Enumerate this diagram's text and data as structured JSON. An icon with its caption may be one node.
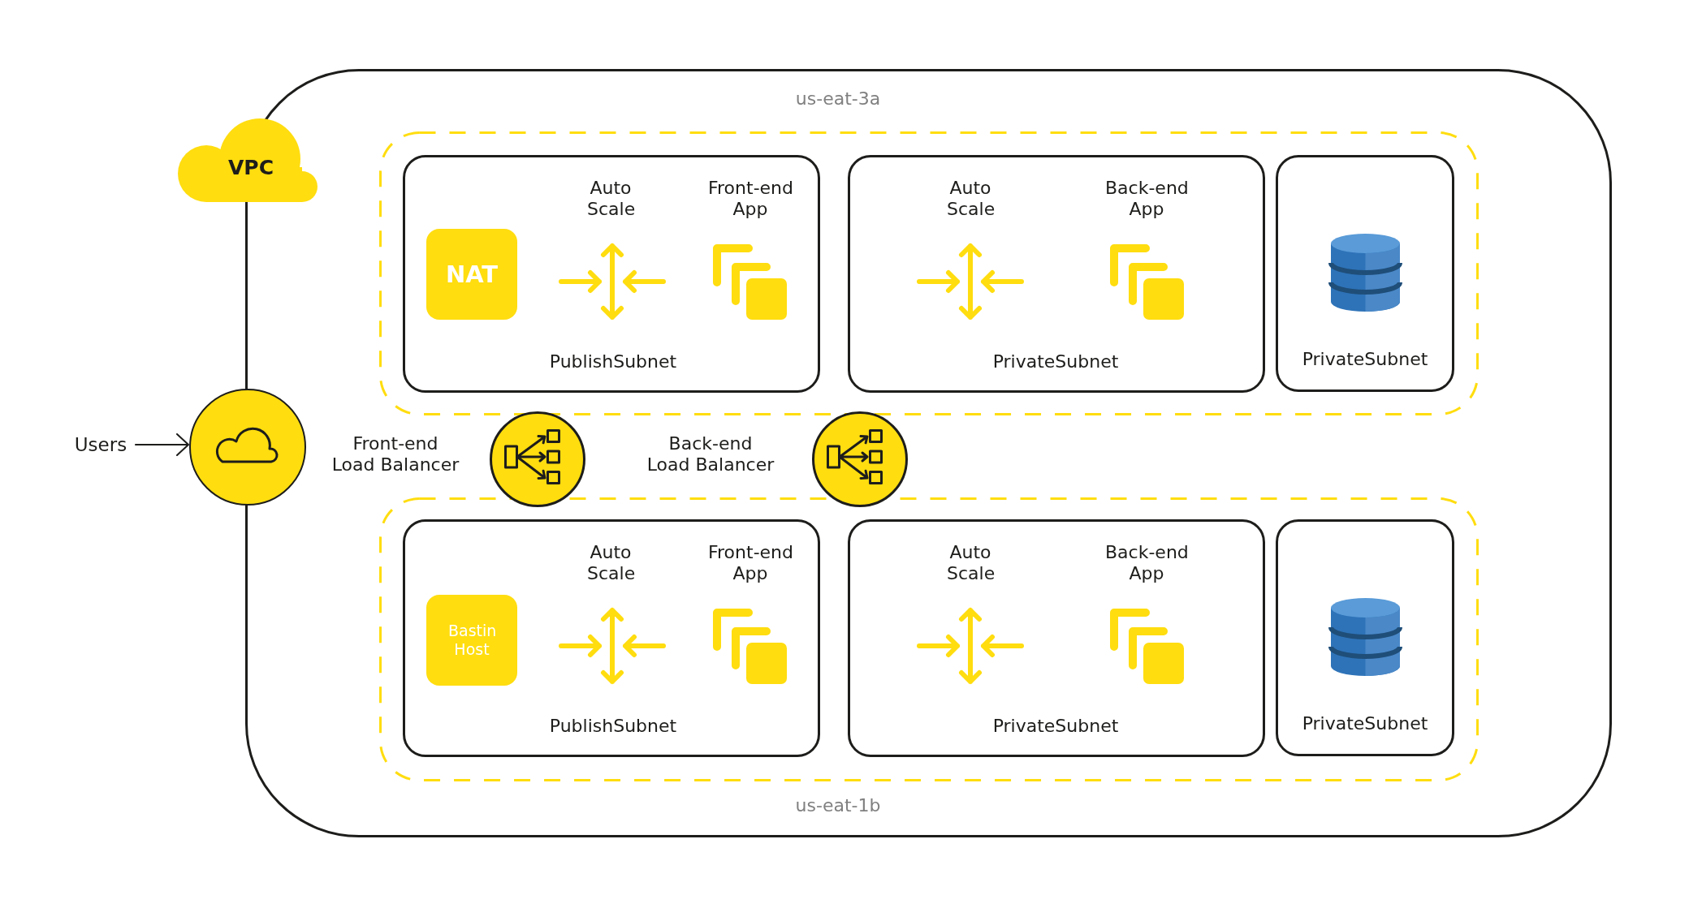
{
  "diagram": {
    "nodes": [
      {
        "text": [
          "VPC"
        ]
      },
      {
        "text": [
          "Users"
        ]
      },
      {
        "text": [],
        "shape": "circle"
      },
      {
        "text": [
          "us-eat-3a"
        ],
        "in": 0
      },
      {
        "text": [
          "Auto Scale",
          "Front-end App",
          "PublishSubnet"
        ],
        "in": 3
      },
      {
        "text": [
          "NAT"
        ],
        "in": 4
      },
      {
        "text": [
          "Auto Scale",
          "Back-end App",
          "PrivateSubnet"
        ],
        "in": 3
      },
      {
        "text": [
          "PrivateSubnet"
        ],
        "in": 3
      },
      {
        "text": [],
        "shape": "circle",
        "beside": [
          "Front-end Load Balancer"
        ],
        "in": 0
      },
      {
        "text": [],
        "shape": "circle",
        "beside": [
          "Back-end Load Balancer"
        ],
        "in": 0
      },
      {
        "text": [
          "us-eat-1b"
        ],
        "in": 0
      },
      {
        "text": [
          "Auto Scale",
          "Front-end App",
          "PublishSubnet"
        ],
        "in": 10
      },
      {
        "text": [
          "Bastin Host"
        ],
        "in": 11
      },
      {
        "text": [
          "Auto Scale",
          "Back-end App",
          "PrivateSubnet"
        ],
        "in": 10
      },
      {
        "text": [
          "PrivateSubnet"
        ],
        "in": 10
      }
    ],
    "edges": [
      {
        "from": 1,
        "to": 2,
        "arrow": "to"
      }
    ]
  }
}
